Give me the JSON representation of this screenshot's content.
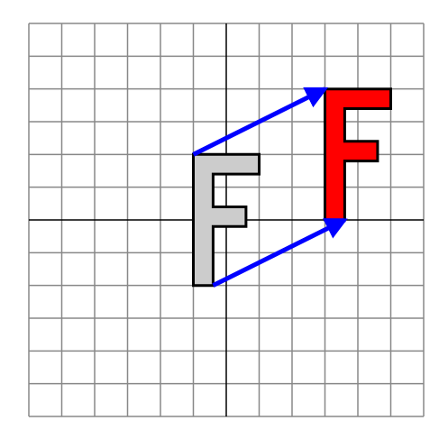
{
  "grid": {
    "x_range": [
      -6,
      6
    ],
    "y_range": [
      -6,
      6
    ],
    "grid_color": "#888888",
    "axis_color": "#000000"
  },
  "shapes": [
    {
      "name": "pre-image",
      "label": "F",
      "fill": "#cccccc",
      "stroke": "#000000",
      "vertices": [
        [
          -1,
          -2
        ],
        [
          -1,
          2
        ],
        [
          1,
          2
        ],
        [
          1,
          1.4
        ],
        [
          -0.4,
          1.4
        ],
        [
          -0.4,
          0.4
        ],
        [
          0.6,
          0.4
        ],
        [
          0.6,
          -0.2
        ],
        [
          -0.4,
          -0.2
        ],
        [
          -0.4,
          -2
        ]
      ]
    },
    {
      "name": "image",
      "label": "F",
      "fill": "#ff0000",
      "stroke": "#000000",
      "vertices": [
        [
          3,
          0
        ],
        [
          3,
          4
        ],
        [
          5,
          4
        ],
        [
          5,
          3.4
        ],
        [
          3.6,
          3.4
        ],
        [
          3.6,
          2.4
        ],
        [
          4.6,
          2.4
        ],
        [
          4.6,
          1.8
        ],
        [
          3.6,
          1.8
        ],
        [
          3.6,
          0
        ]
      ]
    }
  ],
  "arrows": [
    {
      "name": "translation-arrow-top",
      "from": [
        -1,
        2
      ],
      "to": [
        3,
        4
      ],
      "color": "#0000ff"
    },
    {
      "name": "translation-arrow-bottom",
      "from": [
        -0.4,
        -2
      ],
      "to": [
        3.6,
        0
      ],
      "color": "#0000ff"
    }
  ]
}
